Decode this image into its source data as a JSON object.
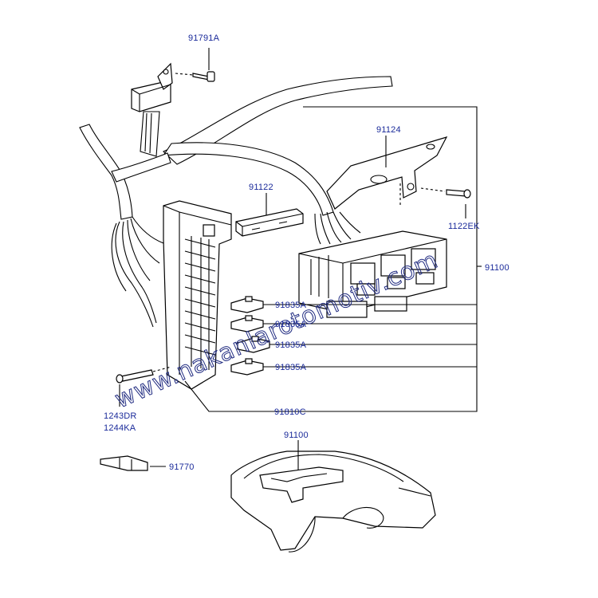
{
  "labels": {
    "p91791A": "91791A",
    "p91124": "91124",
    "p91122": "91122",
    "p1122EK": "1122EK",
    "p91100": "91100",
    "p91835A_1": "91835A",
    "p91835A_2": "91835A",
    "p91835A_3": "91835A",
    "p91835A_4": "91835A",
    "p1243DR": "1243DR",
    "p1244KA": "1244KA",
    "p91810C": "91810C",
    "p91770": "91770",
    "p91100_car": "91100"
  },
  "watermark": {
    "text": "www.nakanlarotomotiv.com"
  },
  "colors": {
    "label": "#1a2a9a",
    "line": "#000000",
    "watermark": "#1f2a80"
  }
}
